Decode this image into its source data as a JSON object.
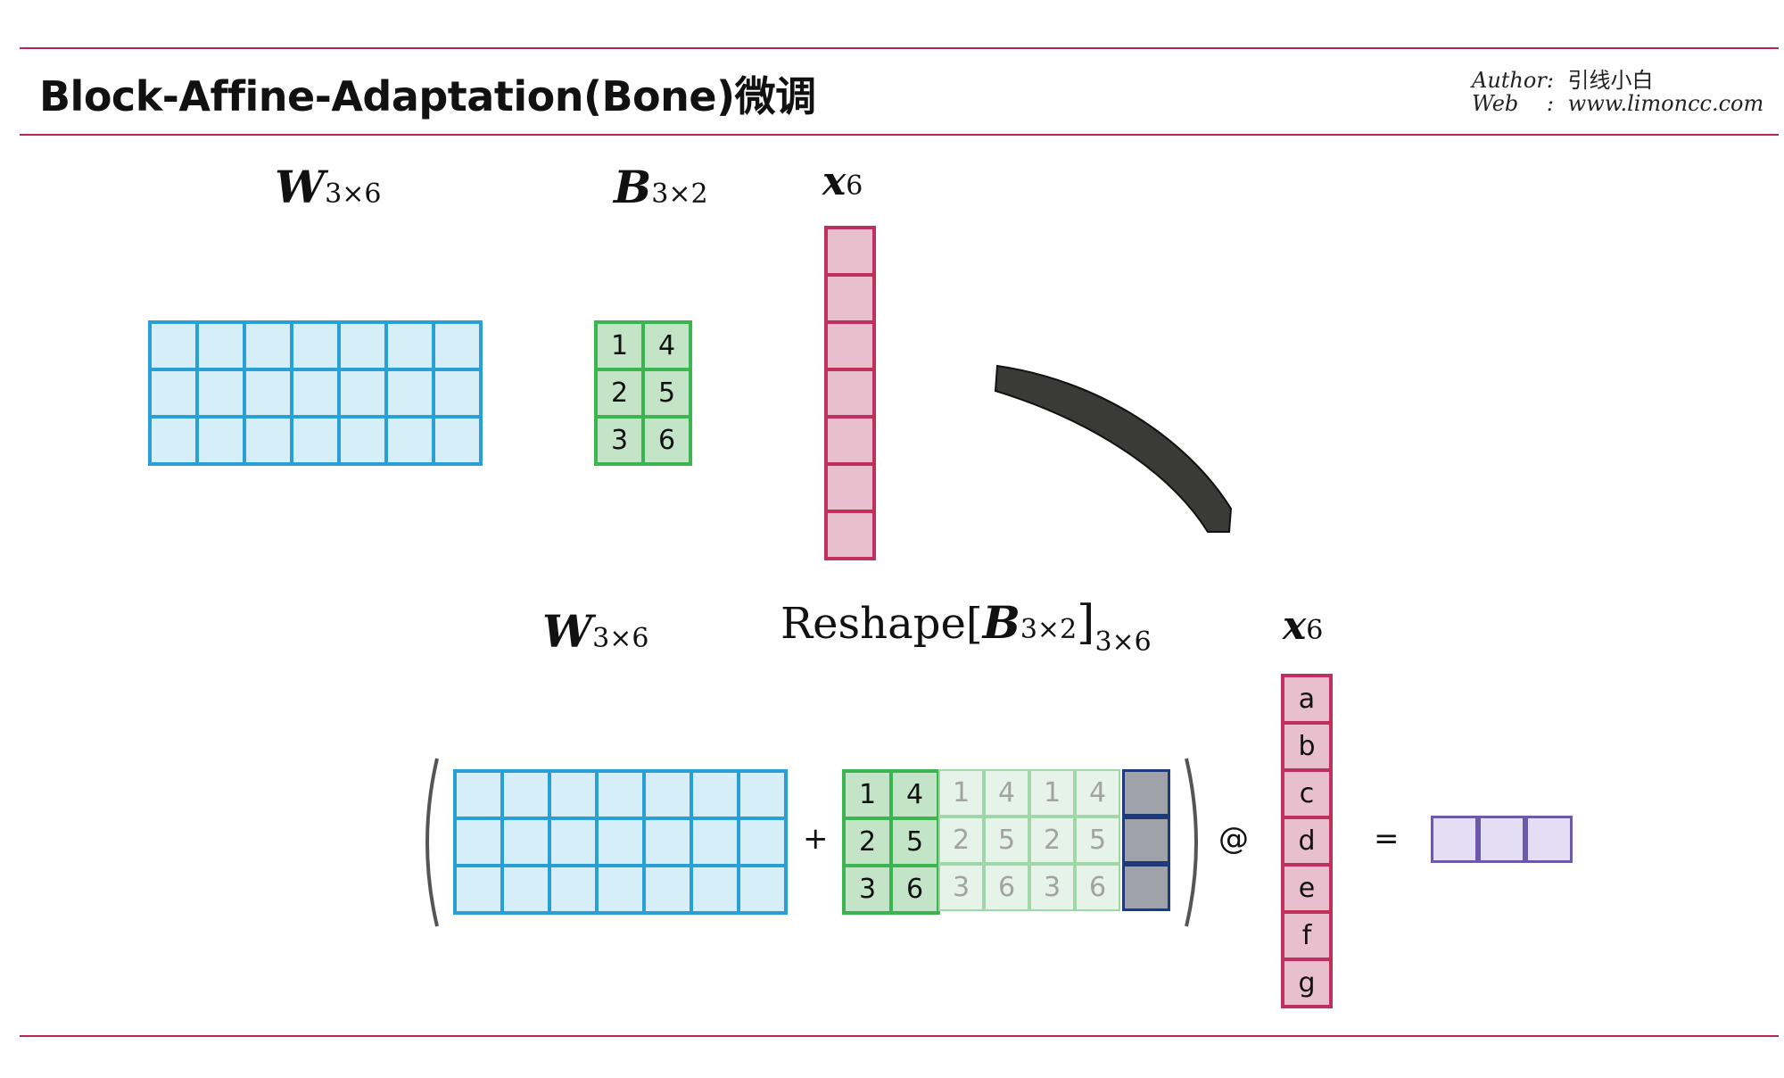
{
  "header": {
    "title": "Block-Affine-Adaptation(Bone)微调",
    "author_label": "Author",
    "author_sep": ":",
    "author_value": "引线小白",
    "web_label": "Web",
    "web_sep": ":",
    "web_value": "www.limoncc.com"
  },
  "top": {
    "w_label": "W",
    "w_sub": "3×6",
    "b_label": "B",
    "b_sub": "3×2",
    "x_label": "x",
    "x_sub": "6",
    "b_values": [
      "1",
      "4",
      "2",
      "5",
      "3",
      "6"
    ]
  },
  "bottom": {
    "w_label": "W",
    "w_sub": "3×6",
    "reshape_prefix": "Reshape[",
    "reshape_b": "B",
    "reshape_b_sub": "3×2",
    "reshape_suffix": "]",
    "reshape_sub": "3×6",
    "x_label": "x",
    "x_sub": "6",
    "plus": "+",
    "at": "@",
    "equals": "=",
    "b_values": [
      "1",
      "4",
      "2",
      "5",
      "3",
      "6"
    ],
    "ghost_values": [
      "1",
      "4",
      "1",
      "4",
      "2",
      "5",
      "2",
      "5",
      "3",
      "6",
      "3",
      "6"
    ],
    "x_values": [
      "a",
      "b",
      "c",
      "d",
      "e",
      "f",
      "g"
    ]
  },
  "colors": {
    "accent_line": "#b0285a",
    "w_blue": "#2a9fd6",
    "b_green": "#3cb44f",
    "x_pink": "#c0305c",
    "pad_gray": "#a0a2aa",
    "result_purple": "#6c5aa8",
    "arrow": "#3a3a38"
  }
}
